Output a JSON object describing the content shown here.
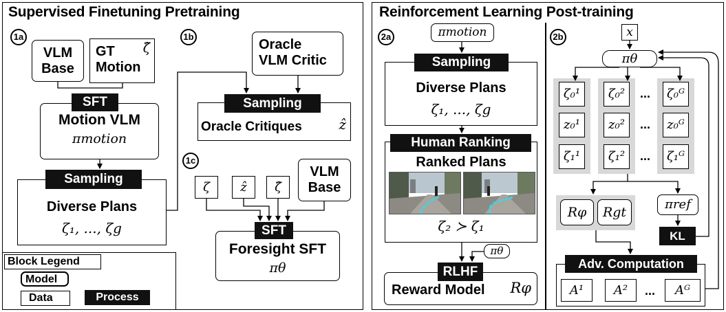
{
  "left": {
    "title": "Supervised Finetuning Pretraining",
    "b1a": "1a",
    "b1b": "1b",
    "b1c": "1c",
    "vlm_base": "VLM\nBase",
    "gt_motion": "GT\nMotion",
    "zeta_hat": "ζ̂",
    "sft": "SFT",
    "motion_vlm": "Motion VLM",
    "pi_motion": "πmotion",
    "sampling": "Sampling",
    "diverse_plans": "Diverse Plans",
    "zeta_seq": "ζ₁, ..., ζg",
    "oracle": "Oracle\nVLM Critic",
    "sampling2": "Sampling",
    "oracle_critiques": "Oracle Critiques",
    "z_hat": "ẑ",
    "inputs": [
      "ζ",
      "ẑ",
      "ζ̂"
    ],
    "vlm_base2": "VLM\nBase",
    "sft2": "SFT",
    "foresight": "Foresight SFT",
    "pi_theta": "πθ",
    "legend": {
      "title": "Block Legend",
      "model": "Model",
      "data": "Data",
      "process": "Process"
    }
  },
  "right": {
    "title": "Reinforcement Learning Post-training",
    "b2a": "2a",
    "b2b": "2b",
    "pi_motion": "πmotion",
    "sampling": "Sampling",
    "diverse_plans": "Diverse Plans",
    "zeta_seq": "ζ₁, ..., ζg",
    "human_ranking": "Human Ranking",
    "ranked_plans": "Ranked Plans",
    "pref": "ζ₂ ≻ ζ₁",
    "pi_theta_small": "πθ",
    "rlhf": "RLHF",
    "reward_model": "Reward Model",
    "r_phi": "Rφ",
    "x": "x",
    "pi_theta": "πθ",
    "rows": [
      [
        "ζ₀¹",
        "ζ₀²",
        "ζ₀ᴳ"
      ],
      [
        "z₀¹",
        "z₀²",
        "z₀ᴳ"
      ],
      [
        "ζ₁¹",
        "ζ₁²",
        "ζ₁ᴳ"
      ]
    ],
    "ellipsis": "...",
    "r_phi2": "Rφ",
    "r_gt": "Rgt",
    "pi_ref": "πref",
    "kl": "KL",
    "adv": "Adv. Computation",
    "advs": [
      "A¹",
      "A²",
      "Aᴳ"
    ]
  },
  "colors": {
    "black": "#111111",
    "gray": "#d8d8d8",
    "path": "#3fd4e8"
  }
}
